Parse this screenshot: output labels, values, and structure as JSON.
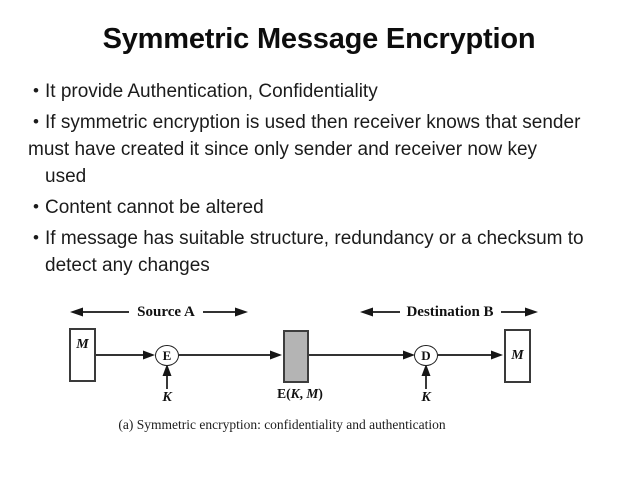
{
  "slide": {
    "title": "Symmetric Message Encryption",
    "bullet_glyph": "•",
    "bullets": [
      {
        "lines": [
          "It provide Authentication, Confidentiality"
        ]
      },
      {
        "lines": [
          "If symmetric encryption is used then receiver knows that sender",
          "must have created it since only sender and receiver now key",
          "used"
        ]
      },
      {
        "lines": [
          "Content cannot be altered"
        ]
      },
      {
        "lines": [
          "If message has suitable structure, redundancy or a checksum to",
          "detect any changes"
        ]
      }
    ]
  },
  "diagram": {
    "source_label": "Source A",
    "destination_label": "Destination B",
    "message_left": "M",
    "message_right": "M",
    "encrypt_node": "E",
    "decrypt_node": "D",
    "key_left": "K",
    "key_right": "K",
    "ciphertext": {
      "p1": "E(",
      "key": "K",
      "sep": ", ",
      "msg": "M",
      "p2": ")"
    },
    "caption": "(a) Symmetric encryption: confidentiality and authentication",
    "colors": {
      "cipher_box_fill": "#b4b4b4",
      "cipher_box_border": "#3d3d3d",
      "ink": "#141414"
    }
  }
}
